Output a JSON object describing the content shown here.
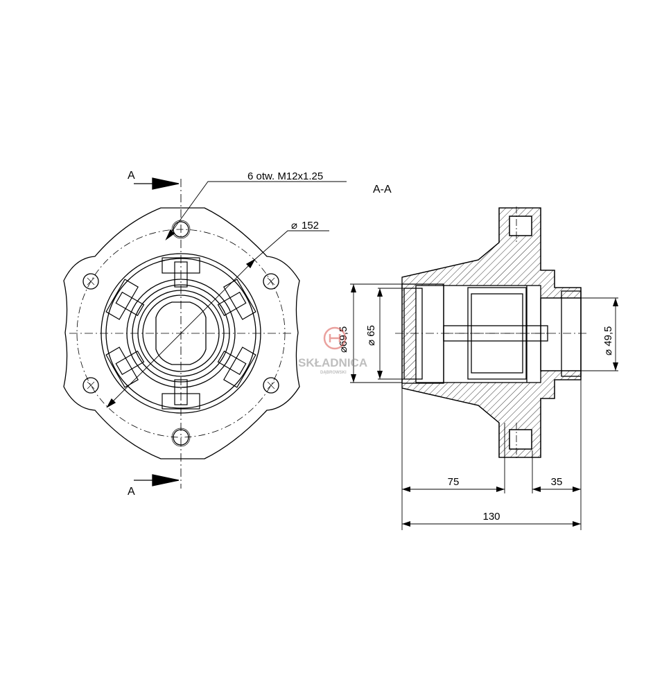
{
  "front_view": {
    "section_label_top": "A",
    "section_label_bottom": "A",
    "holes_note": "6 otw. M12x1.25",
    "pitch_diameter": "152"
  },
  "section_view": {
    "title": "A-A",
    "dia_outer": "69,5",
    "dia_mid": "65",
    "dia_right": "49,5",
    "dim_left_length": "75",
    "dim_right_length": "35",
    "dim_total_length": "130"
  },
  "watermark": {
    "text": "SKŁADNICA",
    "subtext": "DĄBROWSKI",
    "color": "#d9554f"
  }
}
